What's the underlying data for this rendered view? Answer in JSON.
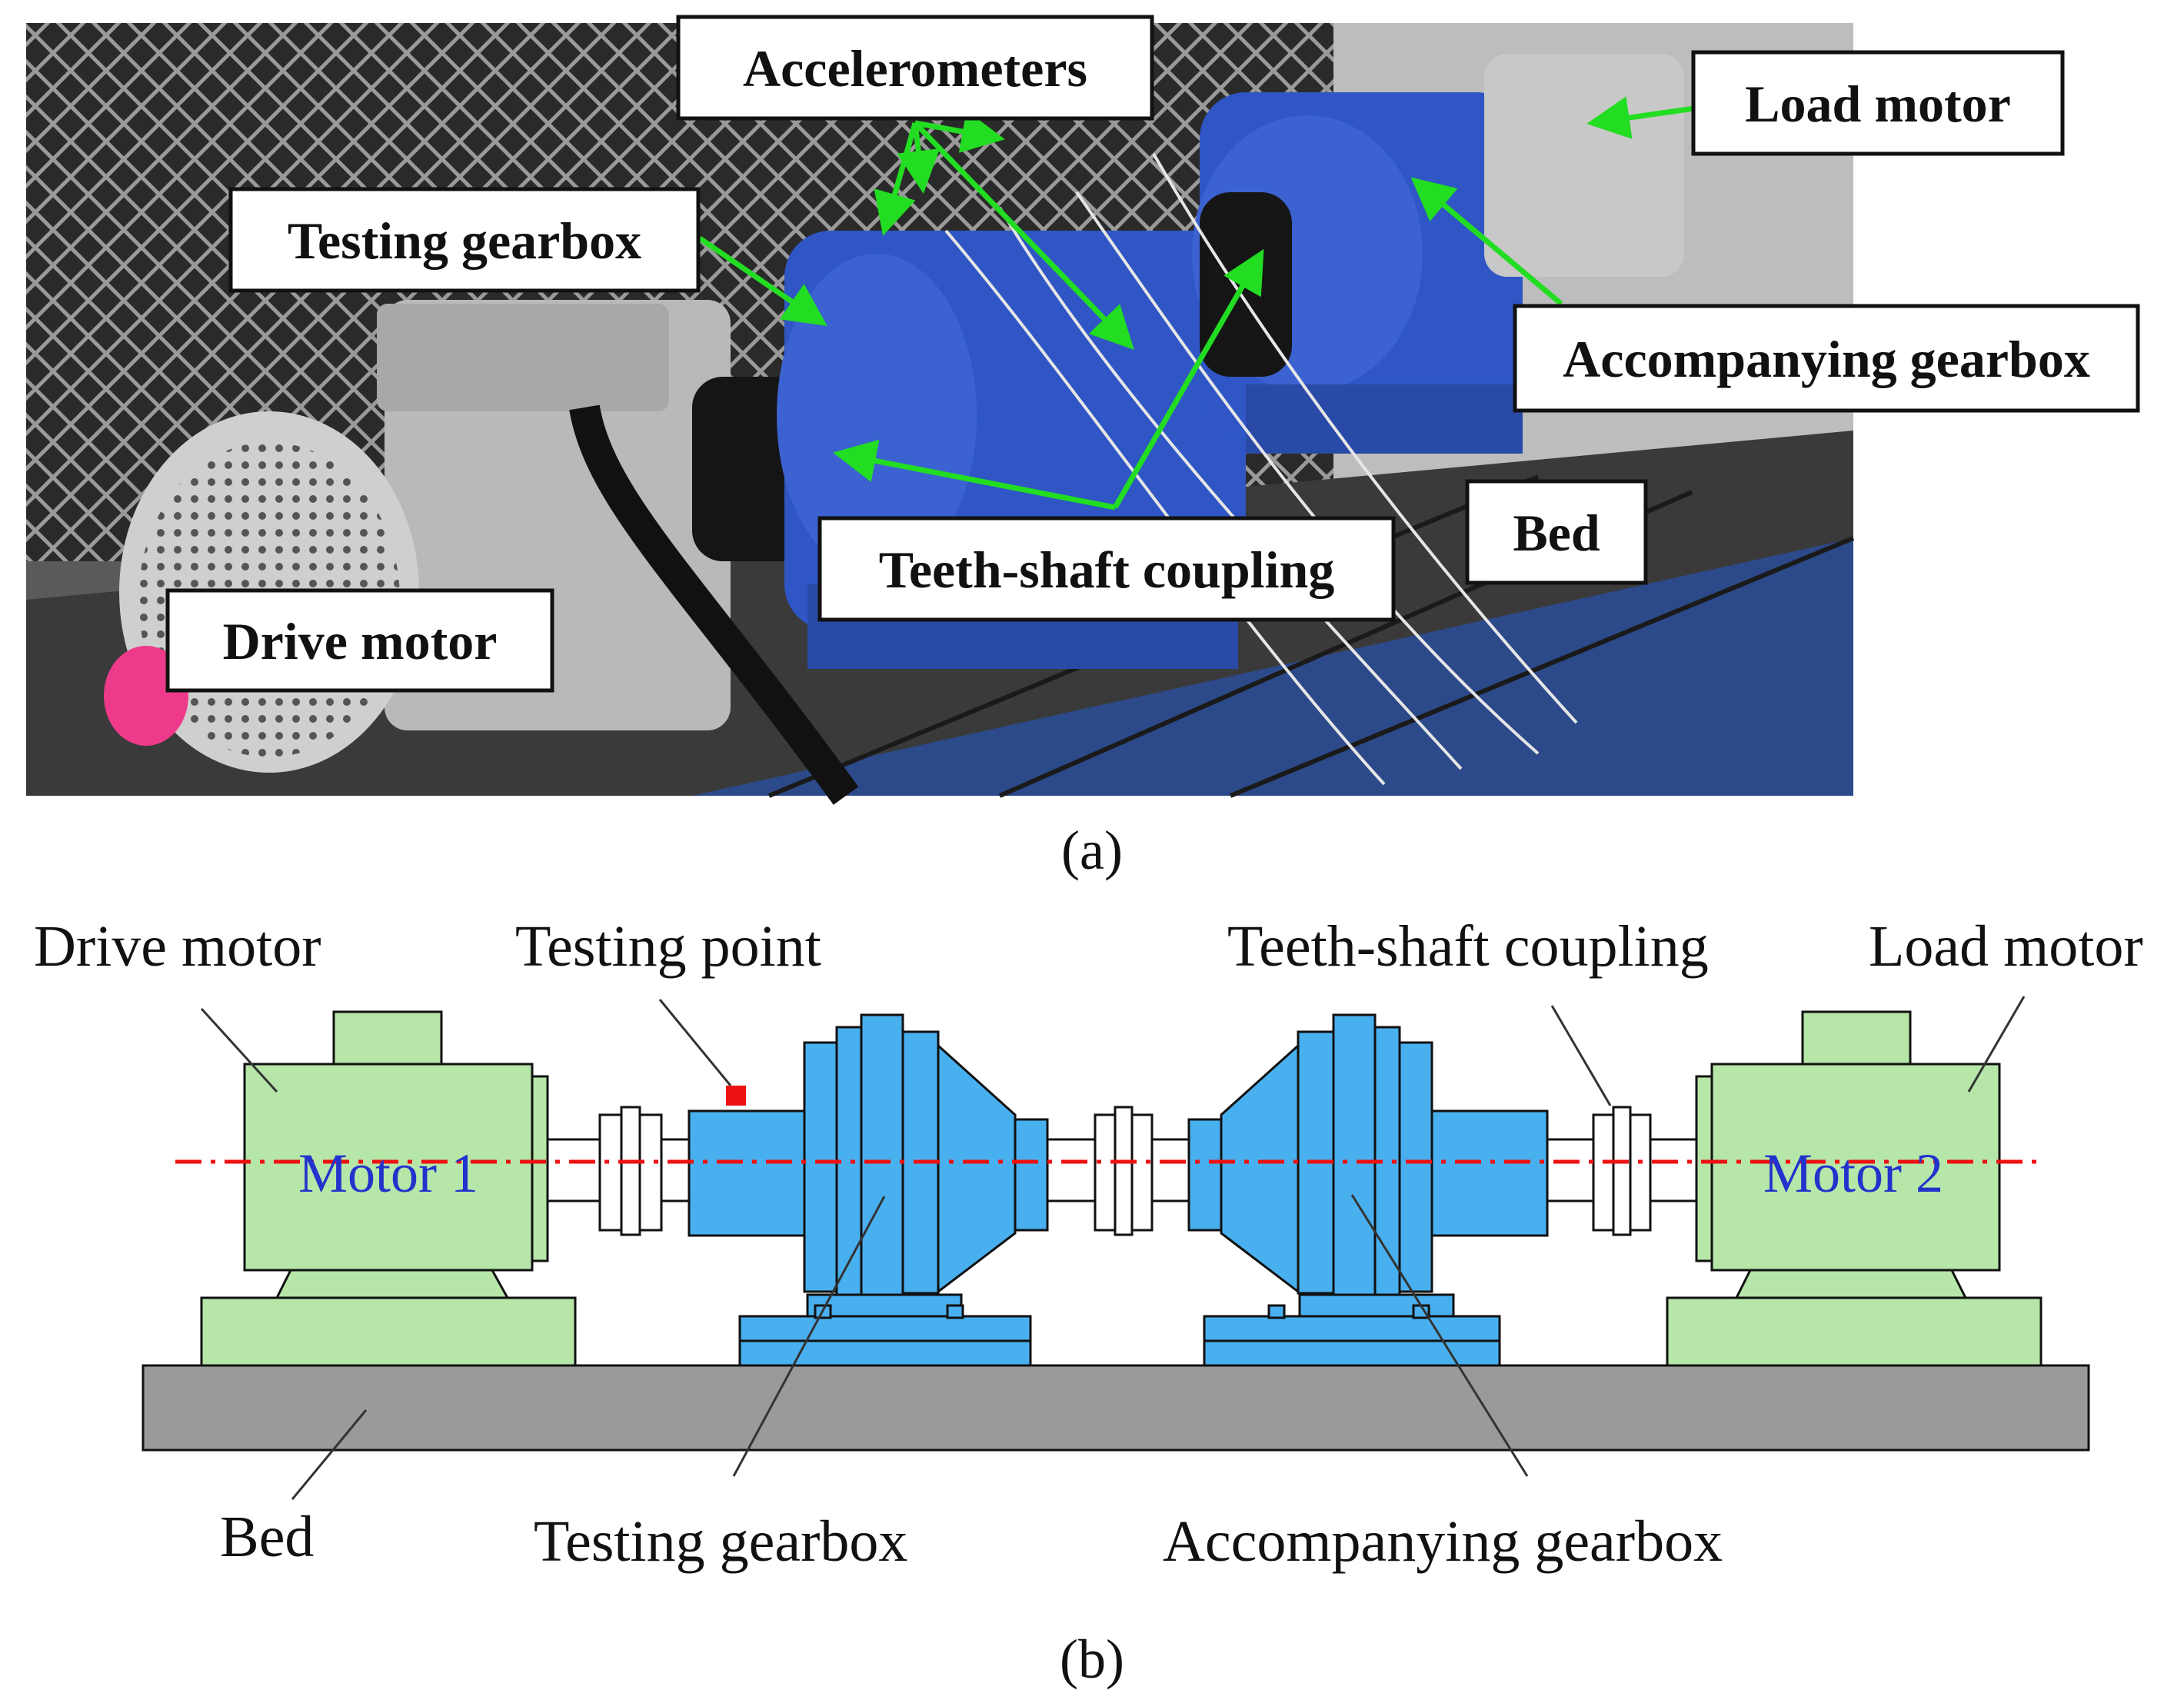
{
  "panel_a": {
    "tag": "(a)",
    "labels": {
      "accelerometers": "Accelerometers",
      "load_motor": "Load motor",
      "testing_gearbox": "Testing gearbox",
      "accompanying_gearbox": "Accompanying gearbox",
      "bed": "Bed",
      "teeth_shaft_coupling": "Teeth-shaft coupling",
      "drive_motor": "Drive motor"
    }
  },
  "panel_b": {
    "tag": "(b)",
    "labels": {
      "drive_motor": "Drive motor",
      "testing_point": "Testing point",
      "teeth_shaft_coupling": "Teeth-shaft  coupling",
      "load_motor": "Load motor",
      "bed": "Bed",
      "testing_gearbox": "Testing gearbox",
      "accompanying_gearbox": "Accompanying gearbox"
    },
    "motor1": "Motor 1",
    "motor2": "Motor 2"
  },
  "colors": {
    "motor_green": "#b6e6a8",
    "gearbox_blue": "#49b0f0",
    "bed_gray": "#9a9a9a",
    "arrow_green": "#22dd22",
    "axis_red": "#ee1111",
    "motor_text": "#2233cc"
  }
}
